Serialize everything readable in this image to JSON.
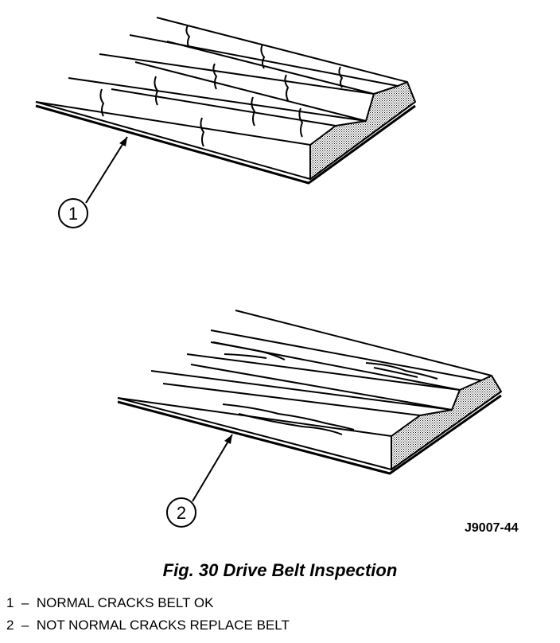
{
  "figure": {
    "callouts": [
      "1",
      "2"
    ],
    "drawing_code": "J9007-44",
    "caption": "Fig. 30 Drive Belt Inspection"
  },
  "legend": [
    {
      "number": "1",
      "text": "NORMAL CRACKS BELT OK"
    },
    {
      "number": "2",
      "text": "NOT NORMAL CRACKS REPLACE BELT"
    }
  ]
}
